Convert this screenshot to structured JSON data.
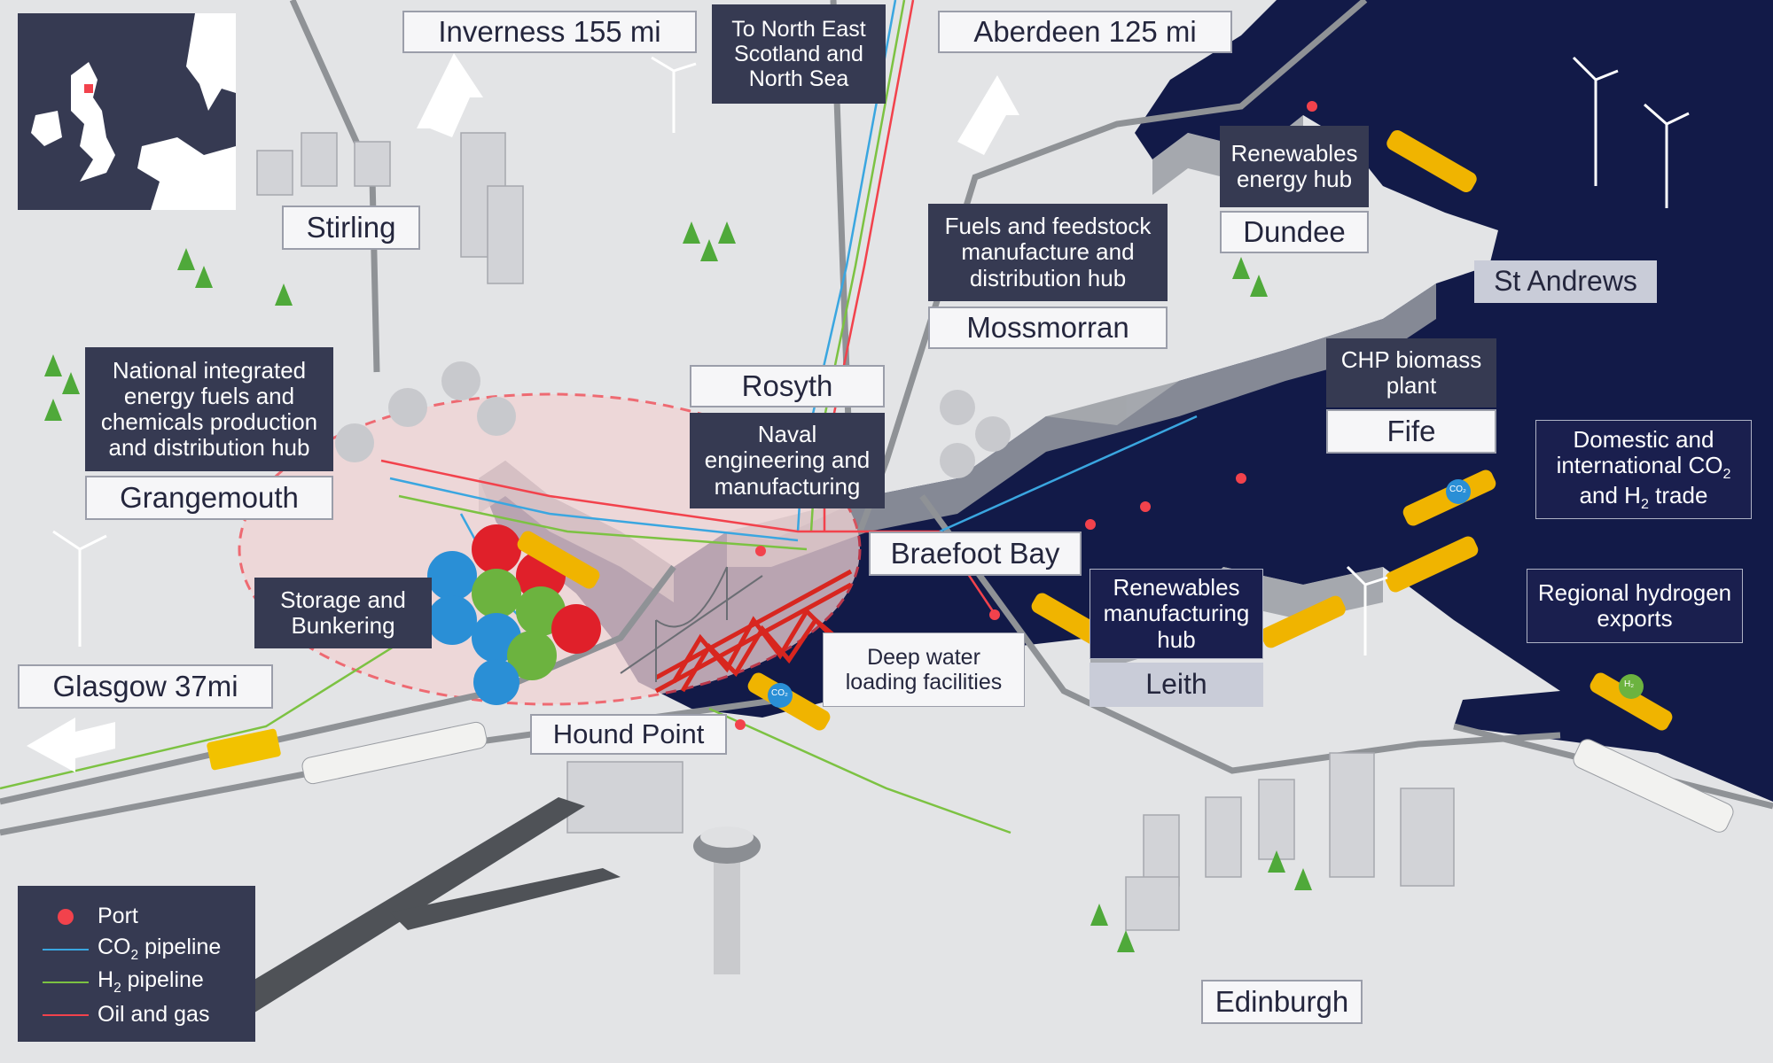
{
  "destinations": {
    "inverness": {
      "name": "Inverness",
      "distance": "155 mi"
    },
    "aberdeen": {
      "name": "Aberdeen",
      "distance": "125 mi"
    },
    "glasgow": {
      "name": "Glasgow",
      "distance": "37mi"
    },
    "north_sea": {
      "line1": "To North East",
      "line2": "Scotland and",
      "line3": "North Sea"
    }
  },
  "places": {
    "stirling": "Stirling",
    "grangemouth": "Grangemouth",
    "rosyth": "Rosyth",
    "mossmorran": "Mossmorran",
    "dundee": "Dundee",
    "st_andrews": "St Andrews",
    "fife": "Fife",
    "braefoot_bay": "Braefoot Bay",
    "hound_point": "Hound Point",
    "leith": "Leith",
    "edinburgh": "Edinburgh"
  },
  "facilities": {
    "grangemouth_hub": {
      "line1": "National integrated",
      "line2": "energy fuels and",
      "line3": "chemicals production",
      "line4": "and distribution hub"
    },
    "storage": {
      "line1": "Storage and",
      "line2": "Bunkering"
    },
    "naval": {
      "line1": "Naval",
      "line2": "engineering and",
      "line3": "manufacturing"
    },
    "fuels_hub": {
      "line1": "Fuels and feedstock",
      "line2": "manufacture and",
      "line3": "distribution hub"
    },
    "renewables_energy": {
      "line1": "Renewables",
      "line2": "energy hub"
    },
    "chp": {
      "line1": "CHP biomass",
      "line2": "plant"
    },
    "deep_water": {
      "line1": "Deep water",
      "line2": "loading facilities"
    },
    "renewables_mfg": {
      "line1": "Renewables",
      "line2": "manufacturing",
      "line3": "hub"
    },
    "trade": {
      "line1": "Domestic and",
      "line2a": "international CO",
      "line2sub": "2",
      "line3a": "and H",
      "line3sub": "2",
      "line3b": " trade"
    },
    "hydrogen_exports": {
      "line1": "Regional hydrogen",
      "line2": "exports"
    }
  },
  "legend": {
    "port": "Port",
    "co2_a": "CO",
    "co2_sub": "2",
    "co2_b": " pipeline",
    "h2_a": "H",
    "h2_sub": "2",
    "h2_b": " pipeline",
    "oil_gas": "Oil and gas"
  },
  "ship_marks": {
    "co2": "CO₂",
    "h2": "H₂"
  },
  "colors": {
    "background_land": "#e3e4e6",
    "sea": "#121a48",
    "label_dark": "#363a52",
    "label_light": "#f6f6f8",
    "port": "#f2424c",
    "co2_pipeline": "#3aa6e0",
    "h2_pipeline": "#7cc242",
    "oil_gas_pipeline": "#f2424c",
    "bridge": "#d8261f",
    "zone_fill": "#f1d3d4"
  }
}
